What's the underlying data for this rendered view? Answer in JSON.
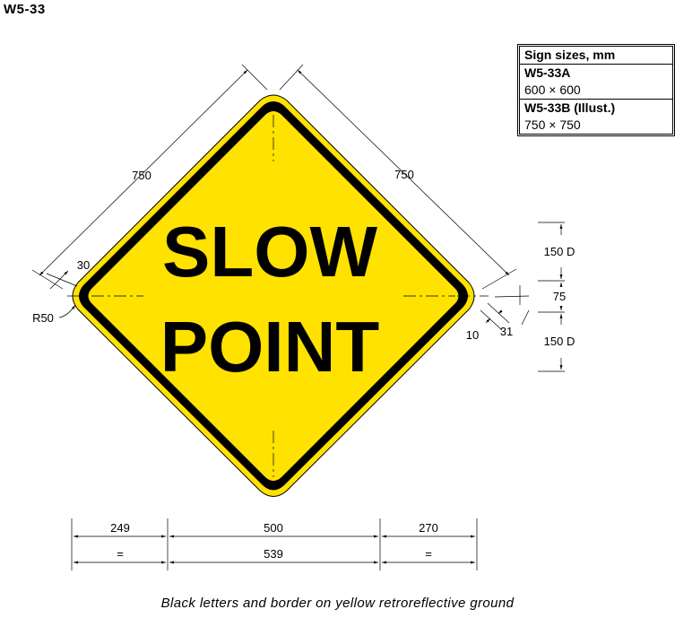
{
  "sheet": {
    "id": "W5-33"
  },
  "sizes_table": {
    "title": "Sign sizes, mm",
    "entries": [
      {
        "model": "W5-33A",
        "size": "600 × 600"
      },
      {
        "model": "W5-33B (Illust.)",
        "size": "750 × 750"
      }
    ]
  },
  "sign": {
    "line1": "SLOW",
    "line2": "POINT",
    "colors": {
      "ground": "#ffe200",
      "border": "#000000",
      "legend": "#000000"
    }
  },
  "dimensions": {
    "side_left": "750",
    "side_right": "750",
    "border_inset": "30",
    "corner_radius": "R50",
    "line_height_upper": "150 D",
    "line_gap": "75",
    "line_height_lower": "150 D",
    "edge_offset": "10",
    "border_width": "31",
    "width_left": "249",
    "width_center": "500",
    "width_right": "270",
    "width_left_equal": "=",
    "width_total": "539",
    "width_right_equal": "="
  },
  "caption": "Black letters and border on yellow retroreflective ground"
}
